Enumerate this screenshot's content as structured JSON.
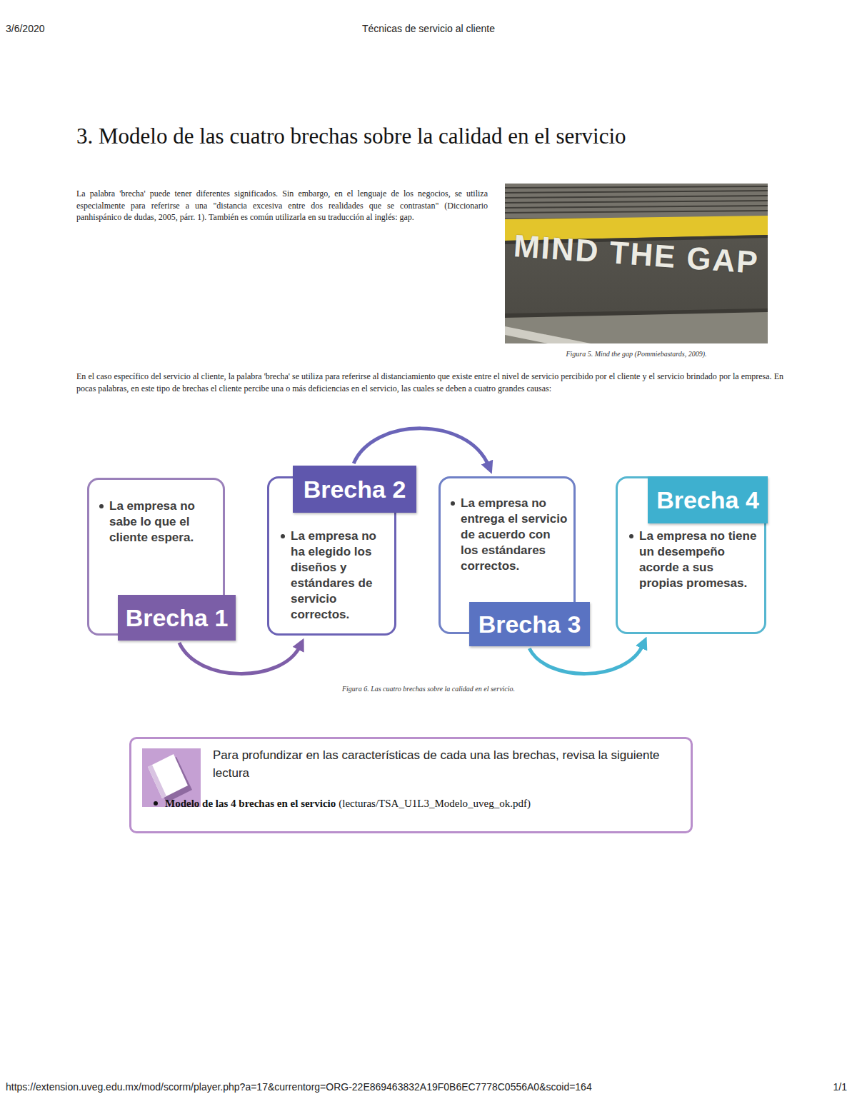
{
  "diagram": {
    "title": "3. Modelo de las cuatro brechas sobre la calidad en el servicio",
    "caption": "Figura 6. Las cuatro brechas sobre la calidad en el servicio.",
    "nodes": [
      {
        "text": [
          "Brecha 1",
          "La empresa no sabe lo que el cliente espera."
        ]
      },
      {
        "text": [
          "Brecha 2",
          "La empresa no ha elegido los diseños y estándares de servicio correctos."
        ]
      },
      {
        "text": [
          "Brecha 3",
          "La empresa no entrega el servicio de acuerdo con los estándares correctos."
        ]
      },
      {
        "text": [
          "Brecha 4",
          "La empresa no tiene un desempeño acorde a sus propias promesas."
        ]
      },
      {
        "text": [
          "Para profundizar en las características de cada una las brechas, revisa la siguiente lectura",
          "Modelo de las 4 brechas en el servicio",
          "(lecturas/TSA_U1L3_Modelo_uveg_ok.pdf)"
        ]
      }
    ],
    "edges": [
      {
        "from": 0,
        "to": 1,
        "arrow": "to"
      },
      {
        "from": 1,
        "to": 2,
        "arrow": "to"
      },
      {
        "from": 2,
        "to": 3,
        "arrow": "to"
      }
    ],
    "labels": [
      "3/6/2020",
      "Técnicas de servicio al cliente",
      "La palabra 'brecha' puede tener diferentes significados. Sin embargo, en el lenguaje de los negocios, se utiliza especialmente para referirse a una \"distancia excesiva entre dos realidades que se contrastan\" (Diccionario panhispánico de dudas, 2005, párr. 1). También es común utilizarla en su traducción al inglés: gap.",
      "MIND THE GAP",
      "Figura 5. Mind the gap (Pommiebastards, 2009).",
      "En el caso específico del servicio al cliente, la palabra 'brecha' se utiliza para referirse al distanciamiento que existe entre el nivel de servicio percibido por el cliente y el servicio brindado por la empresa. En pocas palabras, en este tipo de brechas el cliente percibe una o más deficiencias en el servicio, las cuales se deben a cuatro grandes causas:",
      "https://extension.uveg.edu.mx/mod/scorm/player.php?a=17&currentorg=ORG-22E869463832A19F0B6EC7778C0556A0&scoid=164",
      "1/1"
    ]
  }
}
